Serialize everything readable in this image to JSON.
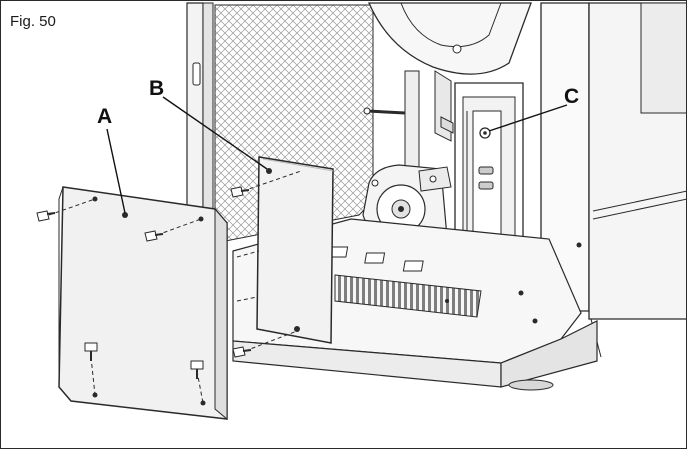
{
  "figure": {
    "caption": "Fig. 50"
  },
  "callouts": {
    "a": "A",
    "b": "B",
    "c": "C"
  },
  "colors": {
    "line": "#2a2a2a",
    "panel_fill": "#f1f1f1",
    "body_fill": "#f7f7f7",
    "grille": "#8f8f8f",
    "shadow": "#cfcfcf"
  }
}
